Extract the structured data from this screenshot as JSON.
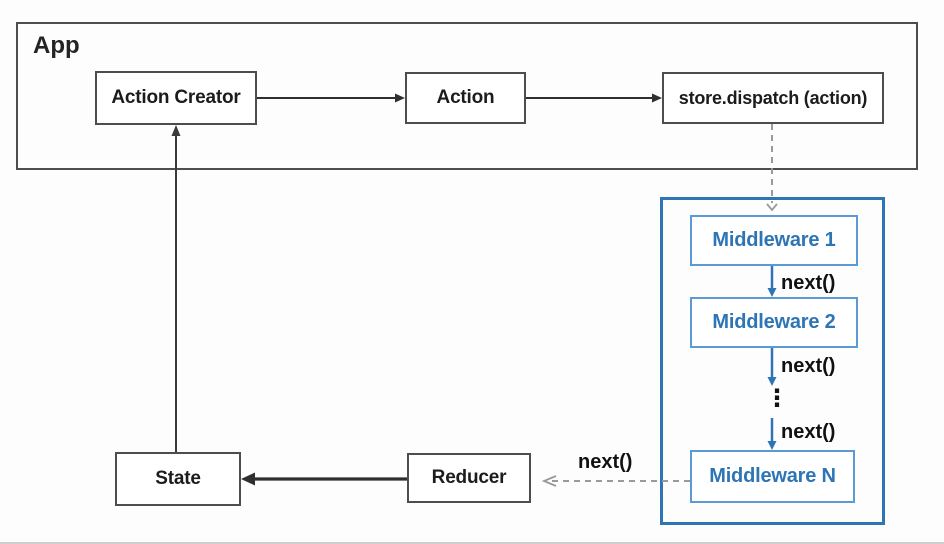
{
  "diagram": {
    "container_label": "App",
    "nodes": {
      "action_creator": {
        "label": "Action Creator"
      },
      "action": {
        "label": "Action"
      },
      "store_dispatch": {
        "label": "store.dispatch (action)"
      },
      "state": {
        "label": "State"
      },
      "reducer": {
        "label": "Reducer"
      },
      "middleware_1": {
        "label": "Middleware 1"
      },
      "middleware_2": {
        "label": "Middleware 2"
      },
      "middleware_n": {
        "label": "Middleware N"
      }
    },
    "edge_labels": {
      "next_1": "next()",
      "next_2": "next()",
      "next_3": "next()",
      "next_to_reducer": "next()",
      "vertical_ellipsis": "⋮"
    },
    "colors": {
      "box_border": "#4d4d4d",
      "solid_arrow": "#2f2f2f",
      "dashed_arrow_gray": "#9a9a9a",
      "middleware_container_border": "#2e75b6",
      "middleware_box_border": "#5b9bd5",
      "middleware_text": "#2e75b6"
    }
  }
}
